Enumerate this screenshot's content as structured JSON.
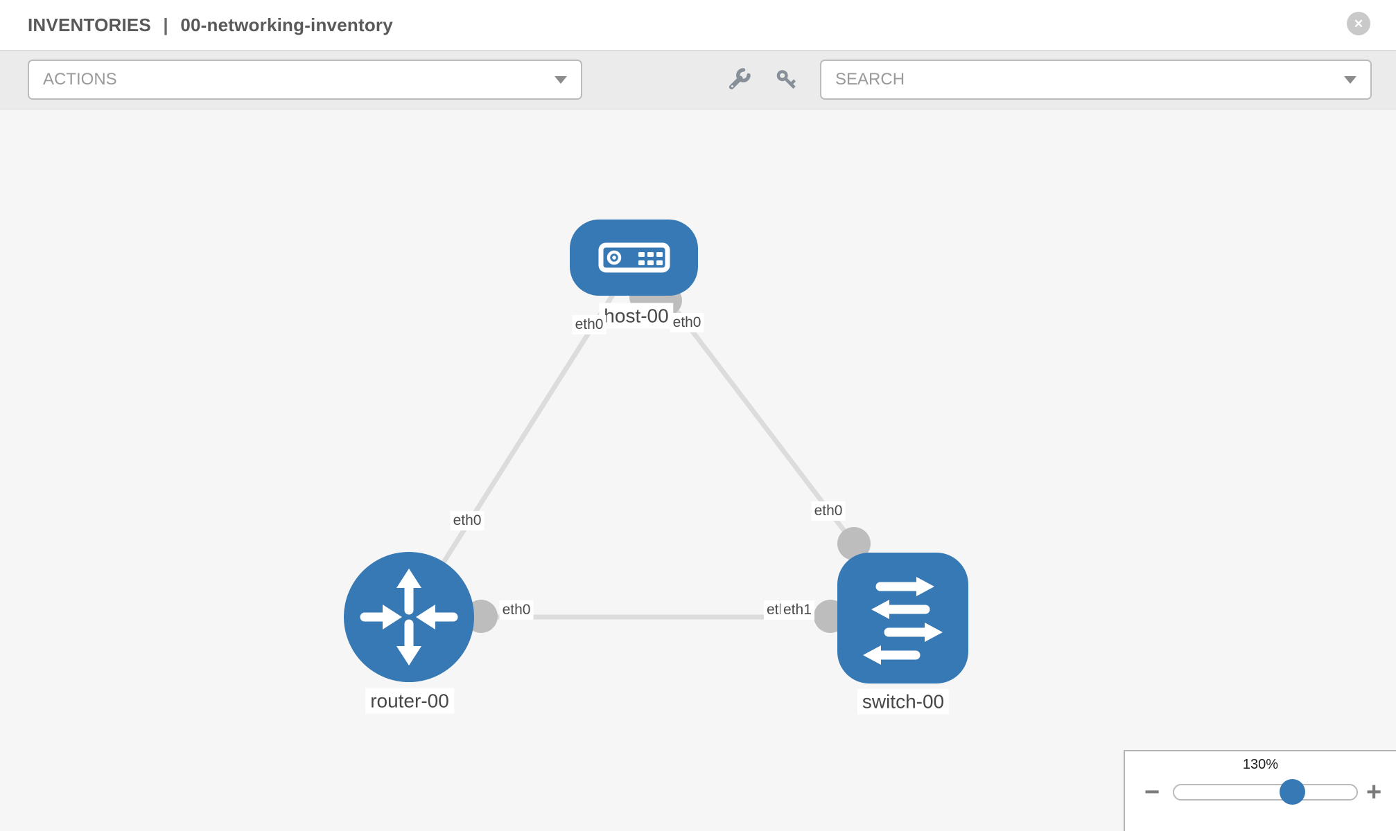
{
  "header": {
    "title_primary": "INVENTORIES",
    "title_separator": "|",
    "title_secondary": "00-networking-inventory"
  },
  "toolbar": {
    "actions_label": "ACTIONS",
    "search_label": "SEARCH",
    "tool_icons": [
      "wrench",
      "key"
    ]
  },
  "icons": {
    "close": "✕",
    "caret_down": "▼",
    "zoom_out": "−",
    "zoom_in": "+"
  },
  "topology": {
    "nodes": [
      {
        "id": "host-00",
        "type": "host",
        "label": "host-00"
      },
      {
        "id": "router-00",
        "type": "router",
        "label": "router-00"
      },
      {
        "id": "switch-00",
        "type": "switch",
        "label": "switch-00"
      }
    ],
    "links": [
      {
        "a": "host-00",
        "b": "router-00",
        "a_if": "eth0",
        "b_if": "eth0"
      },
      {
        "a": "host-00",
        "b": "switch-00",
        "a_if": "eth0",
        "b_if": "eth0"
      },
      {
        "a": "router-00",
        "b": "switch-00",
        "a_if": "eth0",
        "b_if": "eth1",
        "b_if_hidden": "eth0"
      }
    ]
  },
  "zoom": {
    "level": "130%"
  },
  "colors": {
    "node_blue": "#3779b5",
    "link_gray": "#dcdcdc",
    "interface_dot_gray": "#bdbdbd",
    "toolbar_gray": "#ebebeb",
    "canvas_gray": "#f6f6f6"
  }
}
